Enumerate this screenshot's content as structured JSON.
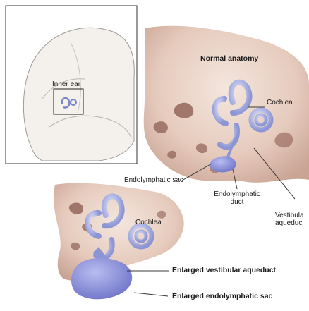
{
  "figure": {
    "labels": {
      "inner_ear": "Inner ear",
      "normal_anatomy": "Normal anatomy",
      "cochlea_top": "Cochlea",
      "endolymphatic_sac": "Endolymphatic sac",
      "endolymphatic_duct_line1": "Endolymphatic",
      "endolymphatic_duct_line2": "duct",
      "vestibular_line1": "Vestibula",
      "vestibular_line2": "aqueduc",
      "cochlea_bottom": "Cochlea",
      "enlarged_vestibular_aqueduct": "Enlarged vestibular aqueduct",
      "enlarged_endolymphatic_sac": "Enlarged endolymphatic sac"
    },
    "colors": {
      "bone": "#e9d3c8",
      "bone_shadow": "#c9a394",
      "bone_cavity": "#8f5f54",
      "inner_ear": "#aeb6e6",
      "inner_ear_dark": "#7a84c8",
      "sac": "#8c90da",
      "line": "#3a3a3a"
    }
  }
}
